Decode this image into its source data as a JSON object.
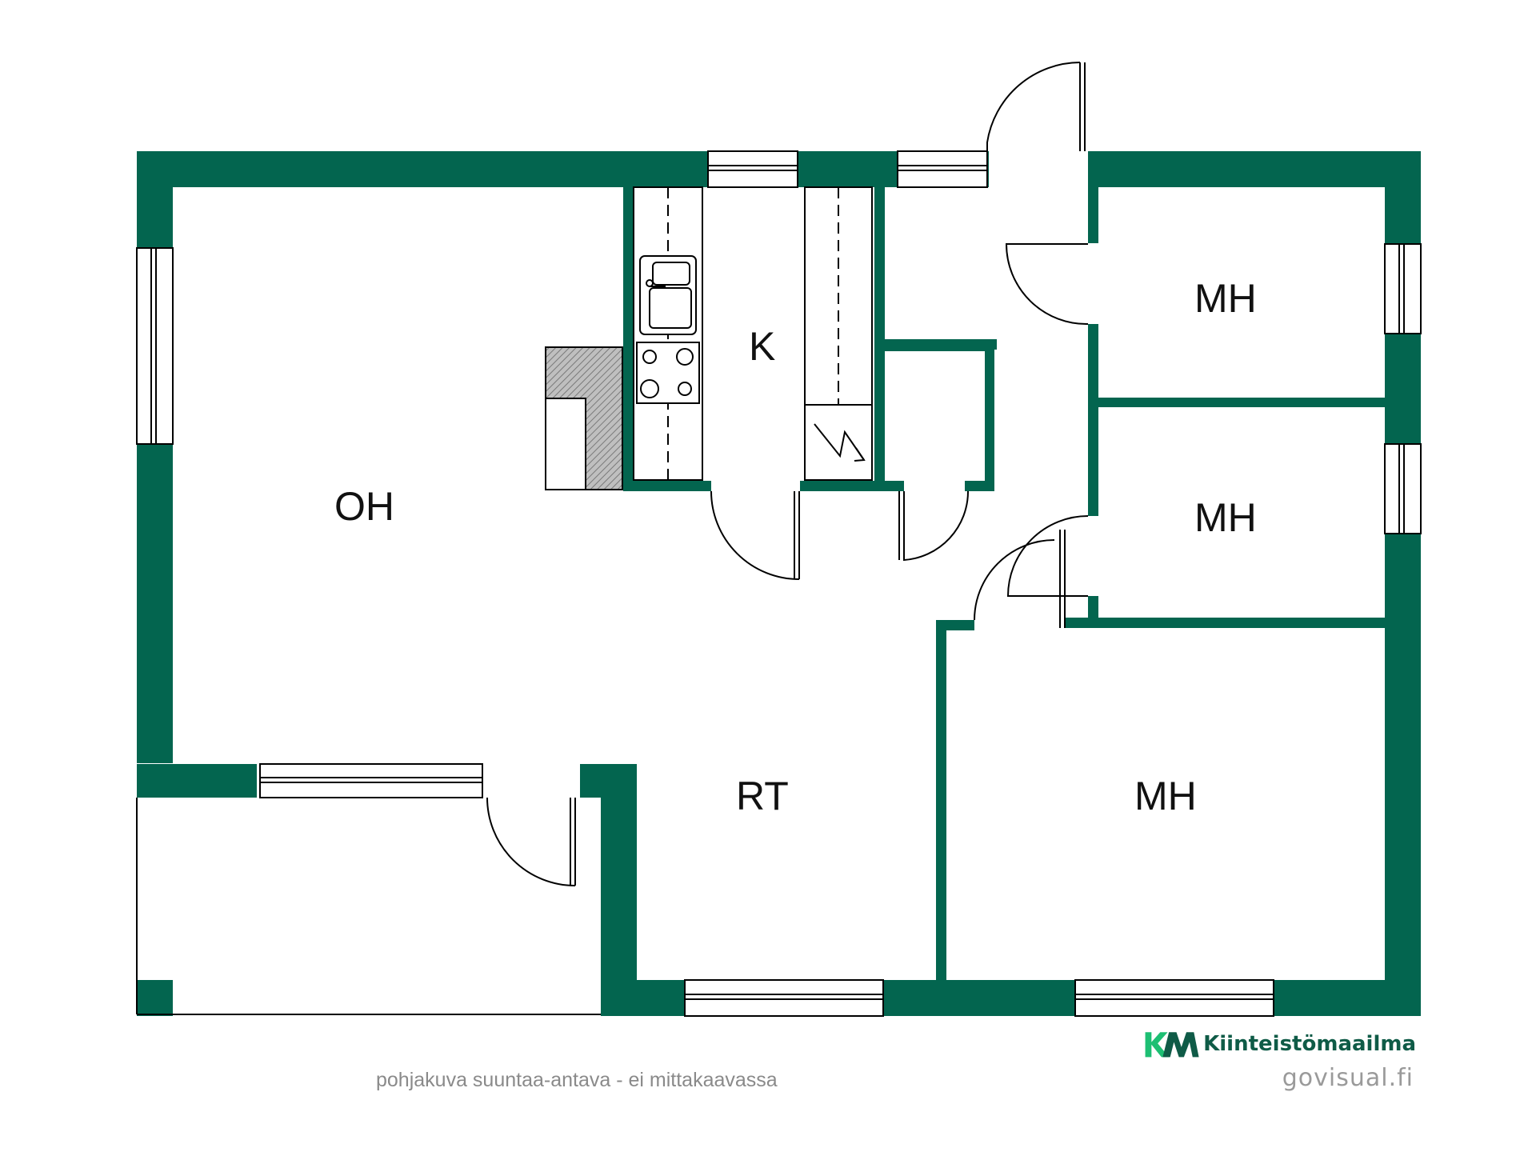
{
  "rooms": {
    "living_room": "OH",
    "kitchen": "K",
    "hall": "RT",
    "bedroom_top": "MH",
    "bedroom_middle": "MH",
    "bedroom_bottom": "MH"
  },
  "footer": {
    "disclaimer": "pohjakuva suuntaa-antava - ei mittakaavassa",
    "credit": "govisual.fi"
  },
  "brand": {
    "name": "Kiinteistömaailma",
    "mark": "KM"
  },
  "colors": {
    "wall": "#03654f",
    "logo_green": "#1dbf73",
    "logo_dark": "#0f5b47"
  }
}
